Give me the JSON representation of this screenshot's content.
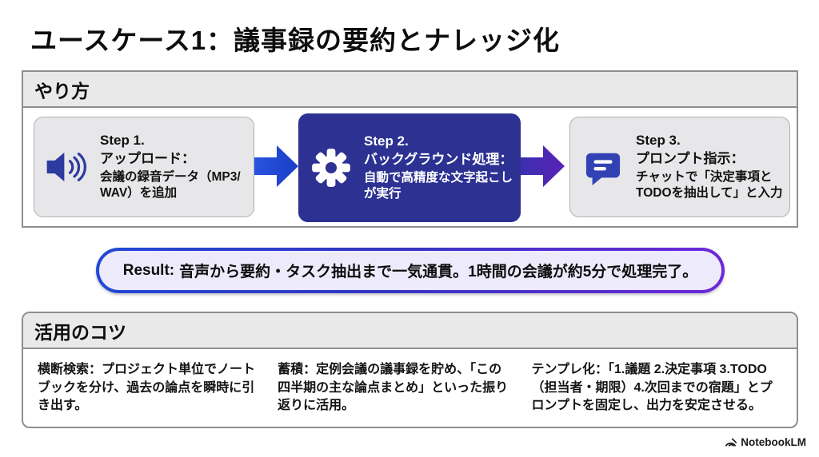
{
  "title": "ユースケース1：議事録の要約とナレッジ化",
  "how_section": {
    "header": "やり方",
    "steps": [
      {
        "label": "Step 1.",
        "heading": "アップロード：",
        "body": "会議の録音データ（MP3/ WAV）を追加",
        "icon": "speaker-icon"
      },
      {
        "label": "Step 2.",
        "heading": "バックグラウンド処理：",
        "body": "自動で高精度な文字起こしが実行",
        "icon": "gear-icon"
      },
      {
        "label": "Step 3.",
        "heading": "プロンプト指示：",
        "body": "チャットで「決定事項とTODOを抽出して」と入力",
        "icon": "chat-icon"
      }
    ]
  },
  "result": {
    "prefix": "Result:",
    "text": "音声から要約・タスク抽出まで一気通貫。1時間の会議が約5分で処理完了。"
  },
  "tips_section": {
    "header": "活用のコツ",
    "tips": [
      {
        "term": "横断検索：",
        "body": "プロジェクト単位でノートブックを分け、過去の論点を瞬時に引き出す。"
      },
      {
        "term": "蓄積：",
        "body": "定例会議の議事録を貯め、「この四半期の主な論点まとめ」といった振り返りに活用。"
      },
      {
        "term": "テンプレ化：",
        "body": "「1.議題 2.決定事項 3.TODO（担当者・期限）4.次回までの宿題」とプロンプトを固定し、出力を安定させる。"
      }
    ]
  },
  "footer": {
    "brand": "NotebookLM"
  },
  "accent_colors": {
    "step2_background": "#2c3192",
    "icon_blue": "#2d3aa0",
    "arrow1_blue": "#2148d6",
    "arrow2_purple": "#5a22b5",
    "result_border_left": "#2148d6",
    "result_border_right": "#6d28d9",
    "result_background": "#edeafc",
    "panel_header_gray": "#e9e9e9",
    "panel_border_gray": "#8e8e8e"
  }
}
